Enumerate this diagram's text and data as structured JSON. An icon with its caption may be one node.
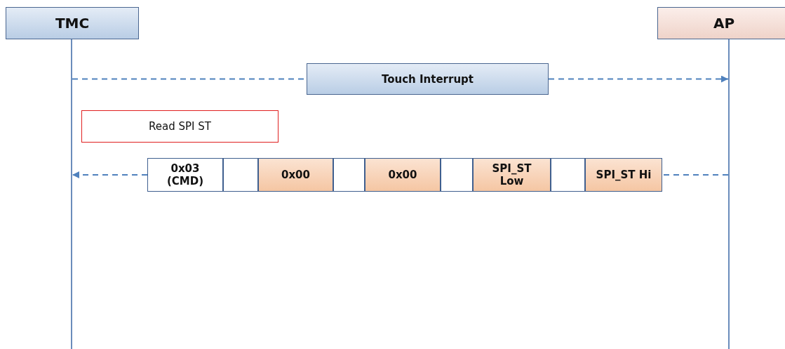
{
  "diagram": {
    "nodes": [
      {
        "text": [
          "TMC"
        ]
      },
      {
        "text": [
          "AP"
        ]
      },
      {
        "text": [
          "Touch Interrupt"
        ]
      },
      {
        "text": [
          "Read SPI ST"
        ]
      },
      {
        "text": [
          "0x03 (CMD)"
        ]
      },
      {
        "text": [],
        "shape": "box"
      },
      {
        "text": [
          "0x00"
        ]
      },
      {
        "text": [],
        "shape": "box"
      },
      {
        "text": [
          "0x00"
        ]
      },
      {
        "text": [],
        "shape": "box"
      },
      {
        "text": [
          "SPI_ST Low"
        ]
      },
      {
        "text": [],
        "shape": "box"
      },
      {
        "text": [
          "SPI_ST Hi"
        ]
      }
    ],
    "edges": [
      {
        "from": 0,
        "to": 2,
        "arrow": "none",
        "style": "dashed"
      },
      {
        "from": 2,
        "to": 1,
        "arrow": "to",
        "style": "dashed"
      },
      {
        "from": 1,
        "to": 12,
        "arrow": "none",
        "style": "dashed"
      },
      {
        "from": 4,
        "to": 0,
        "arrow": "to",
        "style": "dashed"
      }
    ]
  }
}
